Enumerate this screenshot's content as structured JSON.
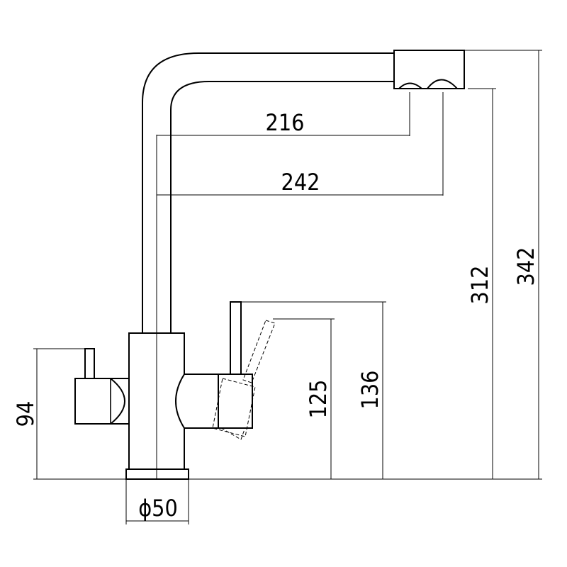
{
  "dimensions": {
    "spout_reach_1": "216",
    "spout_reach_2": "242",
    "spout_height_low": "312",
    "overall_height": "342",
    "handle_height": "94",
    "small_handle_low": "125",
    "small_handle_high": "136",
    "base_diameter": "ϕ50"
  }
}
